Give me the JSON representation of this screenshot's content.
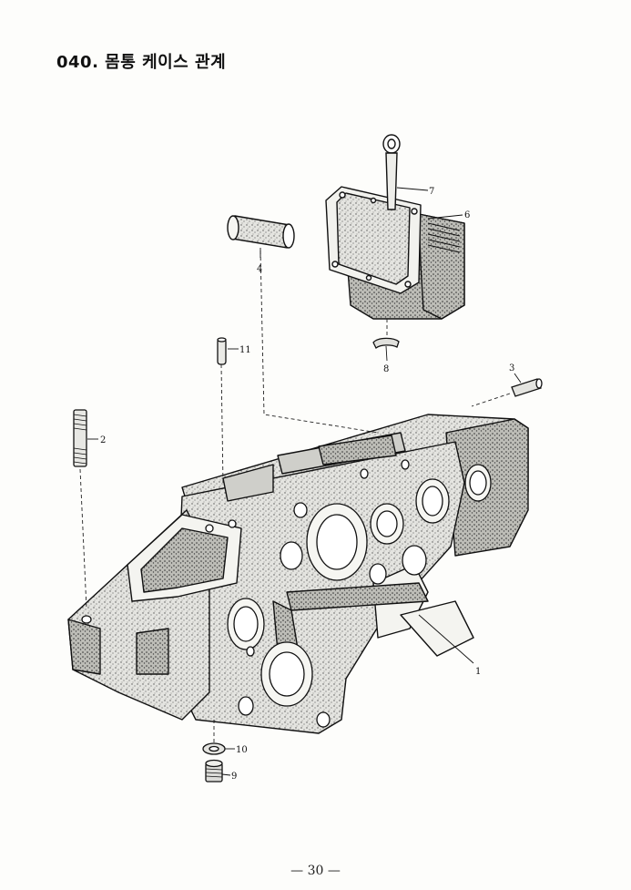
{
  "page": {
    "title": "040. 몸통 케이스 관계",
    "page_number": "— 30 —"
  },
  "diagram": {
    "callouts": [
      {
        "id": "part-1",
        "label": "1"
      },
      {
        "id": "part-2",
        "label": "2"
      },
      {
        "id": "part-3",
        "label": "3"
      },
      {
        "id": "part-4",
        "label": "4"
      },
      {
        "id": "part-6",
        "label": "6"
      },
      {
        "id": "part-7",
        "label": "7"
      },
      {
        "id": "part-8",
        "label": "8"
      },
      {
        "id": "part-9",
        "label": "9"
      },
      {
        "id": "part-10",
        "label": "10"
      },
      {
        "id": "part-11",
        "label": "11"
      }
    ]
  },
  "colors": {
    "ink": "#111111",
    "casting_fill": "#e6e6e2",
    "shadow_fill": "#b9b9b3",
    "paper": "#fdfdfb"
  }
}
